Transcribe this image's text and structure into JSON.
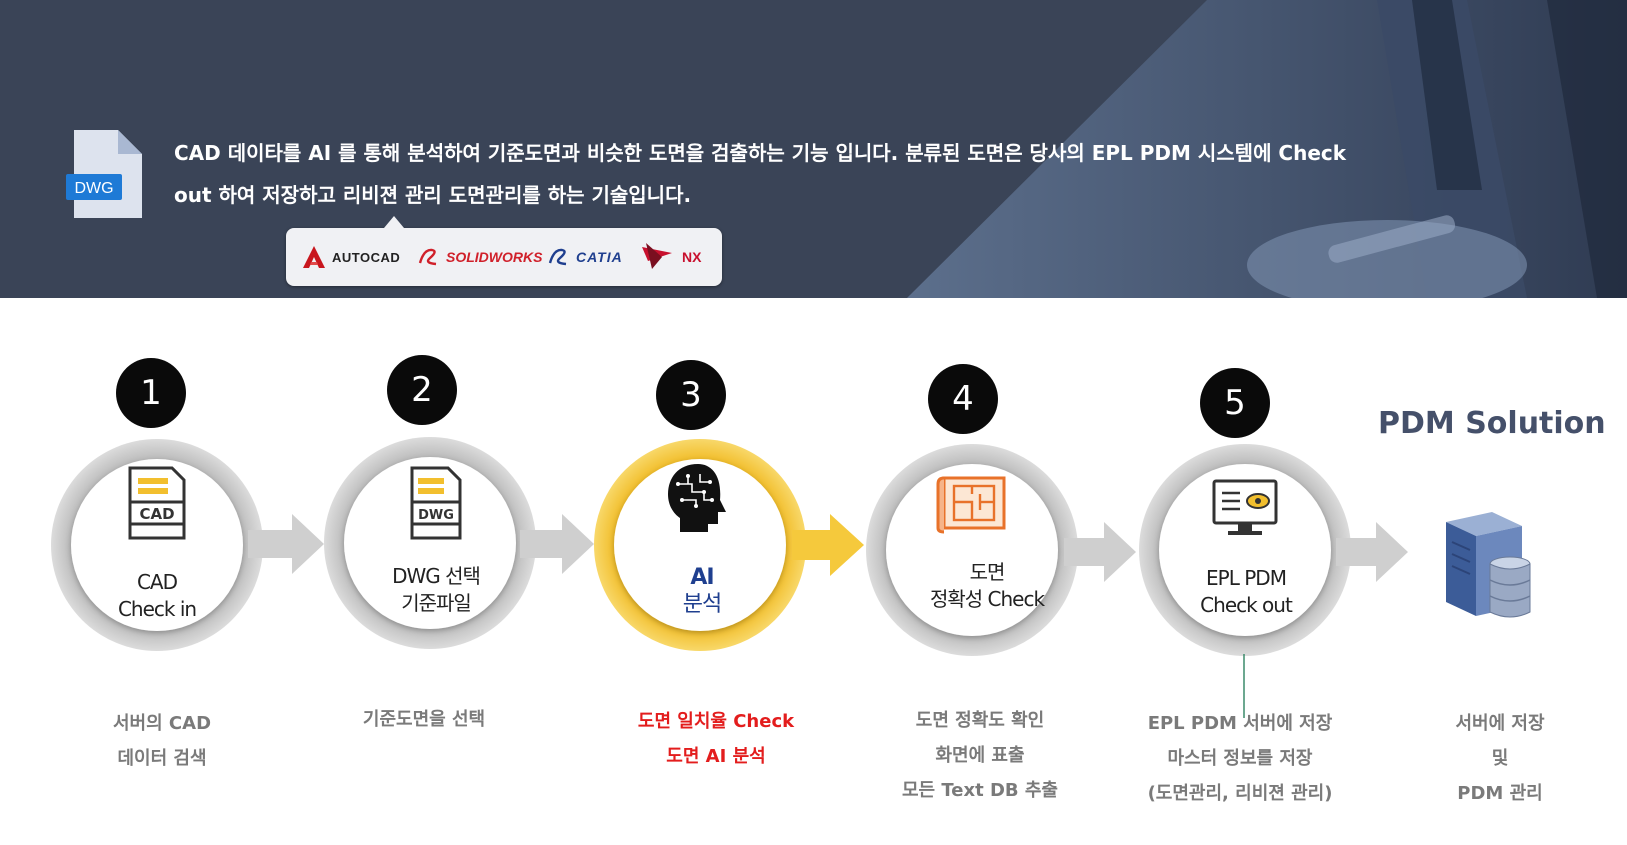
{
  "header": {
    "file_icon_label": "DWG",
    "intro_lines": [
      "CAD 데이타를 AI 를 통해 분석하여 기준도면과 비슷한 도면을 검출하는 기능 입니다. 분류된 도면은 당사의 EPL PDM 시스템에 Check",
      "out 하여 저장하고 리비젼 관리 도면관리를 하는 기술입니다."
    ],
    "logos": [
      "AUTOCAD",
      "SOLIDWORKS",
      "CATIA",
      "NX"
    ]
  },
  "steps": [
    {
      "number": "1",
      "label_lines": [
        "CAD",
        "Check in"
      ],
      "icon": "cad-file-icon",
      "desc_lines": [
        "서버의 CAD",
        "데이터  검색"
      ]
    },
    {
      "number": "2",
      "label_lines": [
        "DWG 선택",
        "기준파일"
      ],
      "icon": "dwg-file-icon",
      "desc_lines": [
        "기준도면을 선택"
      ]
    },
    {
      "number": "3",
      "label_lines": [
        "AI",
        "분석"
      ],
      "icon": "ai-head-icon",
      "desc_lines": [
        "도면 일치율 Check",
        "도면 AI 분석"
      ]
    },
    {
      "number": "4",
      "label_lines": [
        "도면",
        "정확성 Check"
      ],
      "icon": "blueprint-icon",
      "desc_lines": [
        "도면 정확도 확인",
        "화면에 표출",
        "모든 Text DB 추출"
      ]
    },
    {
      "number": "5",
      "label_lines": [
        "EPL PDM",
        "Check out"
      ],
      "icon": "monitor-icon",
      "desc_lines": [
        "EPL PDM 서버에 저장",
        "마스터 정보를 저장",
        "(도면관리, 리비젼 관리)"
      ]
    }
  ],
  "pdm": {
    "title": "PDM Solution",
    "icon": "server-database-icon",
    "desc_lines": [
      "서버에 저장",
      "및",
      "PDM 관리"
    ]
  },
  "colors": {
    "banner": "#3a4457",
    "ring_gray": "#cfcfcf",
    "ring_highlight": "#f5c93c",
    "arrow_gray": "#cfcfcf",
    "arrow_highlight": "#f5c93c",
    "badge": "#0a0a0a",
    "highlight_text": "#e31d1d",
    "ai_text": "#1f3f8f",
    "pdm_title": "#45506a"
  }
}
